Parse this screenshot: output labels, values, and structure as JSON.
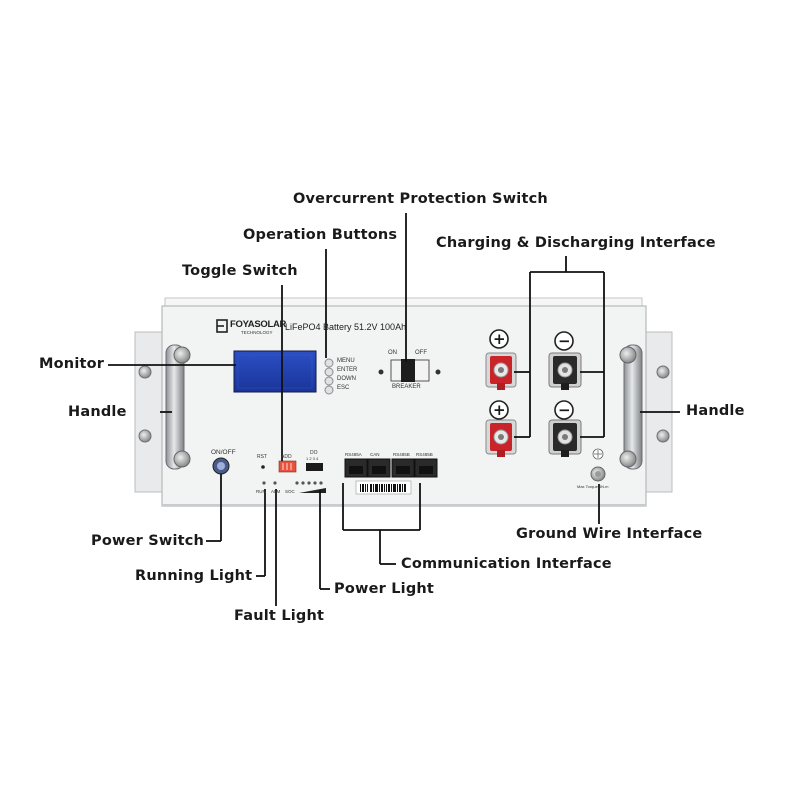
{
  "device": {
    "brand": "FOYASOLAR",
    "brand_sub": "TECHNOLOGY",
    "model": "LiFePO4 Battery 51.2V 100Ah",
    "buttons": [
      "MENU",
      "ENTER",
      "DOWN",
      "ESC"
    ],
    "breaker_on": "ON",
    "breaker_off": "OFF",
    "breaker_label": "BREAKER",
    "power_switch_label": "ON/OFF",
    "rst_label": "RST",
    "add_label": "ADD",
    "do_label": "DO",
    "do_pins": "1 2 3 4",
    "rs485a_label": "RS485A",
    "can_label": "CAN",
    "rs485b_label": "RS485B",
    "rs485b2_label": "RS485B",
    "run_label": "RUN",
    "alm_label": "ALM",
    "soc_label": "SOC",
    "ground_note": "Max Torque 5N.m",
    "plus_symbol": "+",
    "minus_symbol": "−"
  },
  "labels": {
    "overcurrent": "Overcurrent Protection Switch",
    "operation": "Operation Buttons",
    "charging": "Charging & Discharging Interface",
    "toggle": "Toggle Switch",
    "monitor": "Monitor",
    "handle_left": "Handle",
    "handle_right": "Handle",
    "ground": "Ground Wire Interface",
    "power_switch": "Power Switch",
    "communication": "Communication Interface",
    "running": "Running Light",
    "power_light": "Power Light",
    "fault": "Fault Light"
  },
  "colors": {
    "panel": "#f2f3f3",
    "lcd": "#1f3fb0",
    "positive_terminal": "#c8242a",
    "negative_terminal": "#2a2a2a",
    "line": "#111111"
  }
}
